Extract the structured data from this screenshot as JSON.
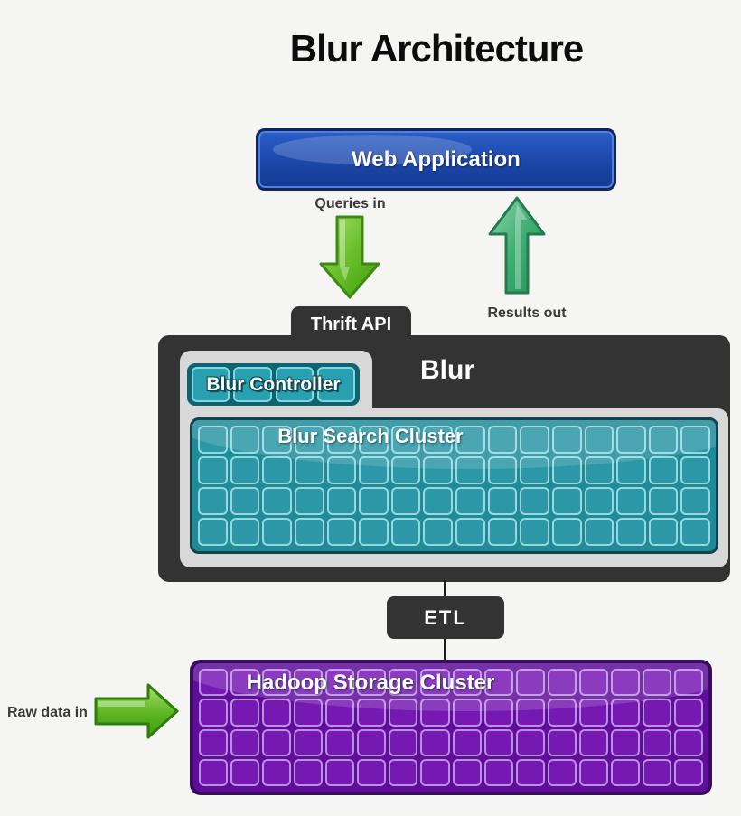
{
  "title": "Blur Architecture",
  "nodes": {
    "web_application": {
      "label": "Web Application"
    },
    "thrift_api": {
      "label": "Thrift API"
    },
    "blur": {
      "label": "Blur"
    },
    "blur_controller": {
      "label": "Blur Controller",
      "grid": {
        "cols": 4,
        "rows": 1
      }
    },
    "blur_search_cluster": {
      "label": "Blur Search Cluster",
      "grid": {
        "cols": 16,
        "rows": 4
      }
    },
    "etl": {
      "label": "ETL"
    },
    "hadoop_storage_cluster": {
      "label": "Hadoop Storage Cluster",
      "grid": {
        "cols": 16,
        "rows": 4
      }
    }
  },
  "flows": {
    "queries_in": {
      "label": "Queries in",
      "direction": "down"
    },
    "results_out": {
      "label": "Results out",
      "direction": "up"
    },
    "raw_data_in": {
      "label": "Raw data in",
      "direction": "right"
    }
  },
  "colors": {
    "background": "#f5f5f3",
    "dark_box": "#333333",
    "web_app_blue": "#1c47a8",
    "web_app_border": "#13265c",
    "teal_fill": "#1f8b99",
    "teal_cell": "#2c97a6",
    "teal_dark_border": "#11434c",
    "controller_teal": "#0e6470",
    "purple_fill": "#5f0d9a",
    "purple_cell": "#7619b3",
    "purple_border": "#380b5c",
    "arrow_green": "#4aa312",
    "arrow_emerald": "#2f9c63",
    "text_dark": "#3a3a3a"
  }
}
